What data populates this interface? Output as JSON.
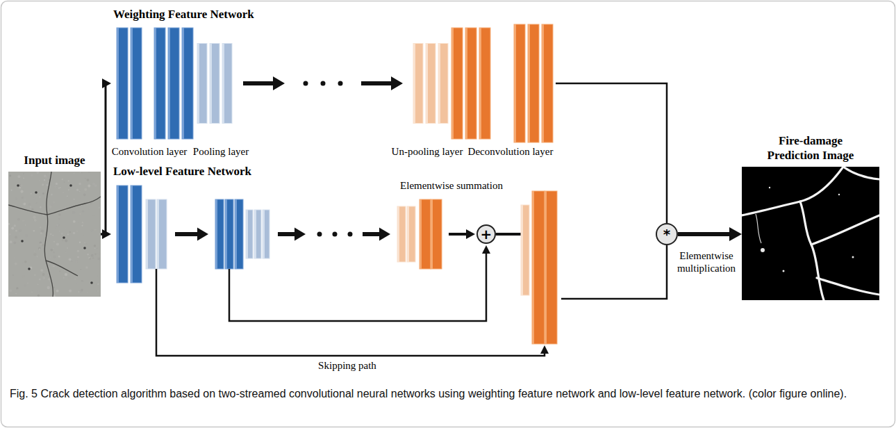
{
  "diagram": {
    "caption": "Fig. 5 Crack detection algorithm based on two-streamed convolutional neural networks using weighting feature network and low-level feature network. (color figure online).",
    "nodes": [
      {
        "text": [
          "Input image"
        ]
      },
      {
        "text": [
          "Weighting Feature Network"
        ]
      },
      {
        "text": [
          "Low-level Feature Network"
        ]
      },
      {
        "text": [
          "+"
        ],
        "in": 2
      },
      {
        "text": [
          "*"
        ]
      },
      {
        "text": [
          "Fire-damage Prediction Image"
        ]
      }
    ],
    "edges": [
      {
        "from": 0,
        "to": 1,
        "arrow": "to"
      },
      {
        "from": 0,
        "to": 2,
        "arrow": "to"
      },
      {
        "from": 1,
        "to": 4,
        "arrow": "none"
      },
      {
        "from": 2,
        "to": 4,
        "arrow": "none"
      },
      {
        "from": 4,
        "to": 5,
        "arrow": "to",
        "label": "Elementwise multiplication"
      }
    ],
    "labels": [
      "Convolution layer",
      "Pooling layer",
      "Un-pooling layer",
      "Deconvolution layer",
      "Elementwise summation",
      "Skipping path"
    ]
  }
}
